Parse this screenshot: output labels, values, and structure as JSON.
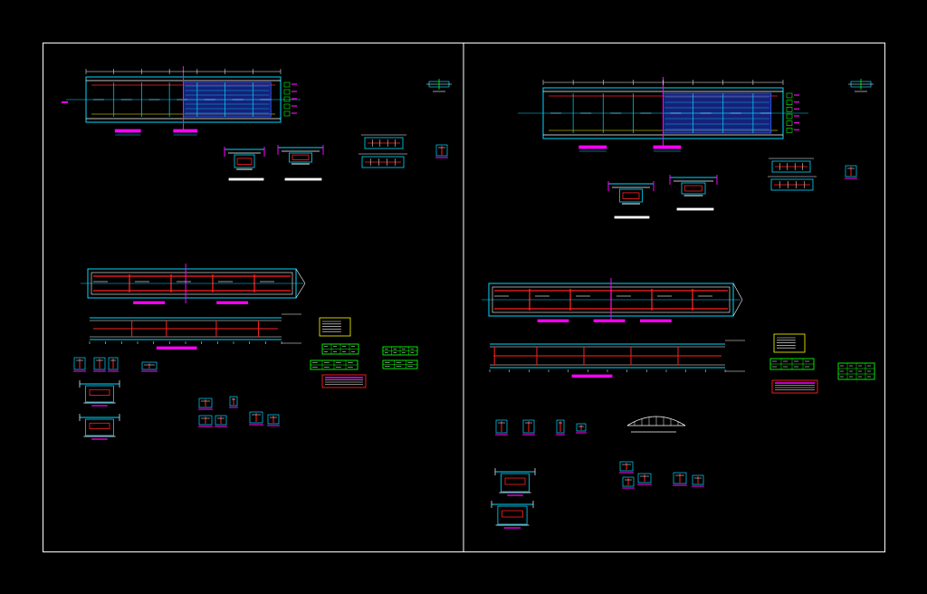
{
  "drawing": {
    "background": "#000000",
    "colors": {
      "frame": "#ffffff",
      "cyan": "#00d8ff",
      "blue": "#3a5cff",
      "red": "#ff2020",
      "magenta": "#ff00ff",
      "green": "#00ff00",
      "yellow": "#ffff00",
      "white": "#ffffff",
      "gray": "#9a9a9a"
    },
    "sheets": [
      {
        "id": "left",
        "layout": "A"
      },
      {
        "id": "right",
        "layout": "B"
      }
    ]
  }
}
